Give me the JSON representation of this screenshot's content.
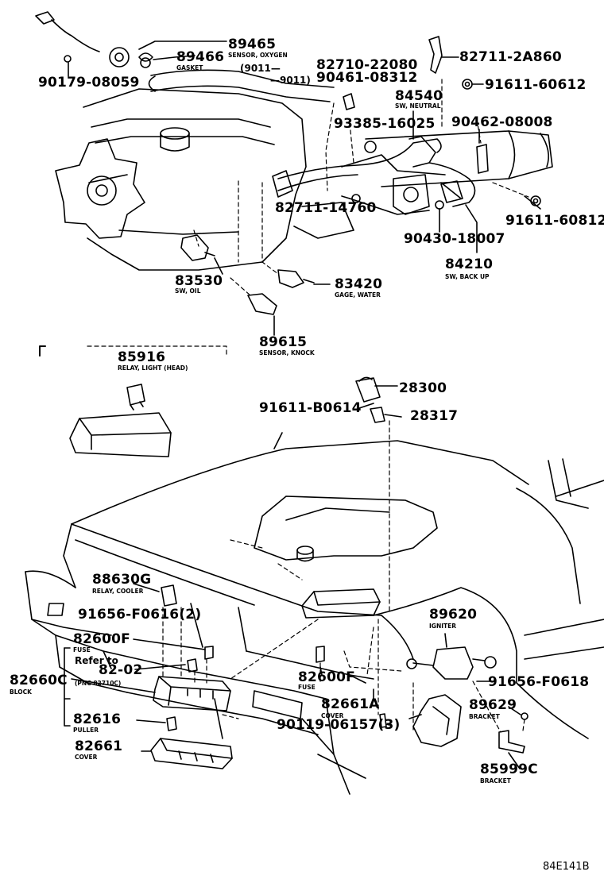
{
  "diagram_id": "84E141B",
  "parts": [
    {
      "id": "p1",
      "number": "89465",
      "caption": "SENSOR, OXYGEN"
    },
    {
      "id": "p2",
      "number": "89466",
      "caption": "GASKET"
    },
    {
      "id": "p3",
      "number": "90179-08059",
      "caption": ""
    },
    {
      "id": "p4",
      "number": "82710-22080",
      "caption": ""
    },
    {
      "id": "p5",
      "number": "90461-08312",
      "caption": ""
    },
    {
      "id": "p6",
      "number": "82711-2A860",
      "caption": ""
    },
    {
      "id": "p7",
      "number": "91611-60612",
      "caption": ""
    },
    {
      "id": "p8",
      "number": "84540",
      "caption": "SW, NEUTRAL"
    },
    {
      "id": "p9",
      "number": "93385-16025",
      "caption": ""
    },
    {
      "id": "p10",
      "number": "90462-08008",
      "caption": ""
    },
    {
      "id": "p11",
      "number": "82711-14760",
      "caption": ""
    },
    {
      "id": "p12",
      "number": "91611-60812",
      "caption": ""
    },
    {
      "id": "p13",
      "number": "90430-18007",
      "caption": ""
    },
    {
      "id": "p14",
      "number": "84210",
      "caption": "SW, BACK UP"
    },
    {
      "id": "p15",
      "number": "83530",
      "caption": "SW, OIL"
    },
    {
      "id": "p16",
      "number": "83420",
      "caption": "GAGE, WATER"
    },
    {
      "id": "p17",
      "number": "89615",
      "caption": "SENSOR, KNOCK"
    },
    {
      "id": "p18",
      "number": "85916",
      "caption": "RELAY, LIGHT (HEAD)"
    },
    {
      "id": "p19",
      "number": "28300",
      "caption": ""
    },
    {
      "id": "p20",
      "number": "91611-B0614",
      "caption": ""
    },
    {
      "id": "p21",
      "number": "28317",
      "caption": ""
    },
    {
      "id": "p22",
      "number": "88630G",
      "caption": "RELAY, COOLER"
    },
    {
      "id": "p23",
      "number": "91656-F0616(2)",
      "caption": ""
    },
    {
      "id": "p24",
      "number": "89620",
      "caption": "IGNITER"
    },
    {
      "id": "p25",
      "number": "82600F",
      "caption": "FUSE"
    },
    {
      "id": "p26",
      "number": "82660C",
      "caption": "BLOCK"
    },
    {
      "id": "p27",
      "number": "82600F",
      "caption": "FUSE"
    },
    {
      "id": "p28",
      "number": "91656-F0618",
      "caption": ""
    },
    {
      "id": "p29",
      "number": "82661A",
      "caption": "COVER"
    },
    {
      "id": "p30",
      "number": "89629",
      "caption": "BRACKET"
    },
    {
      "id": "p31",
      "number": "90119-06157(3)",
      "caption": ""
    },
    {
      "id": "p32",
      "number": "82616",
      "caption": "PULLER"
    },
    {
      "id": "p33",
      "number": "82661",
      "caption": "COVER"
    },
    {
      "id": "p34",
      "number": "85999C",
      "caption": "BRACKET"
    }
  ],
  "oxygen_range": {
    "line1": "(9011—",
    "line2": "—9011)"
  },
  "refer_to": {
    "line1": "Refer to",
    "line2": "82-02",
    "line3": "(PNC 82710C)"
  }
}
